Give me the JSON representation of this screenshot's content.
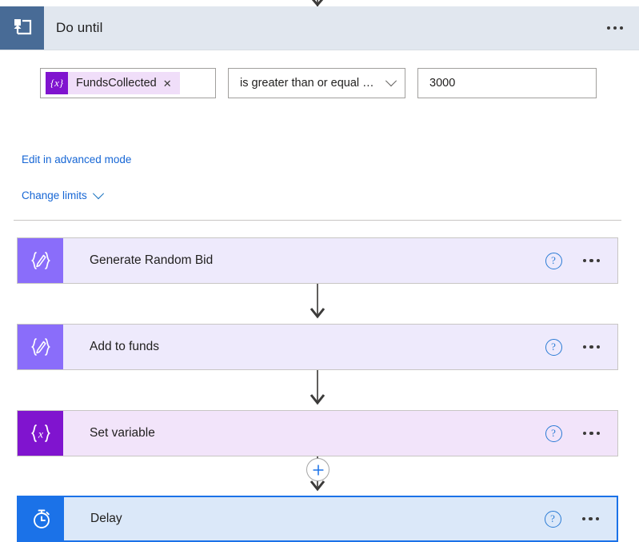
{
  "header": {
    "icon": "do-until-loop-icon",
    "title": "Do until",
    "overflow_icon": "ellipsis-icon"
  },
  "condition": {
    "token": {
      "chip": "{x}",
      "label": "FundsCollected",
      "remove": "✕"
    },
    "operator": {
      "value": "is greater than or equal …",
      "chevron": "chevron-down-icon"
    },
    "value": "3000"
  },
  "links": {
    "advanced_mode": "Edit in advanced mode",
    "change_limits": "Change limits"
  },
  "actions": [
    {
      "name": "generate-random-bid",
      "title": "Generate Random Bid",
      "icon": "compose-braces-pencil-icon",
      "icon_glyph": "{⌀}",
      "type": "compose",
      "selected": false,
      "help": "?",
      "menu": "ellipsis-icon"
    },
    {
      "name": "add-to-funds",
      "title": "Add to funds",
      "icon": "compose-braces-pencil-icon",
      "icon_glyph": "{⌀}",
      "type": "compose",
      "selected": false,
      "help": "?",
      "menu": "ellipsis-icon"
    },
    {
      "name": "set-variable",
      "title": "Set variable",
      "icon": "set-variable-braces-x-icon",
      "icon_glyph": "{x}",
      "type": "setvar",
      "selected": false,
      "help": "?",
      "menu": "ellipsis-icon"
    },
    {
      "name": "delay",
      "title": "Delay",
      "icon": "stopwatch-icon",
      "icon_glyph": "⏱",
      "type": "delay",
      "selected": true,
      "help": "?",
      "menu": "ellipsis-icon"
    }
  ],
  "insert_button": {
    "icon": "plus-icon",
    "label": "+"
  },
  "colors": {
    "header_bar": "#e1e7ef",
    "header_icon": "#486b96",
    "compose_icon": "#8a6dfa",
    "compose_body": "#eeeafc",
    "setvar_icon": "#8014cf",
    "setvar_body": "#f2e4fa",
    "delay_icon": "#1b72e8",
    "delay_body": "#dbe8f9",
    "selection_border": "#1b72e8",
    "link": "#1666d5",
    "connector": "#605e5c"
  }
}
